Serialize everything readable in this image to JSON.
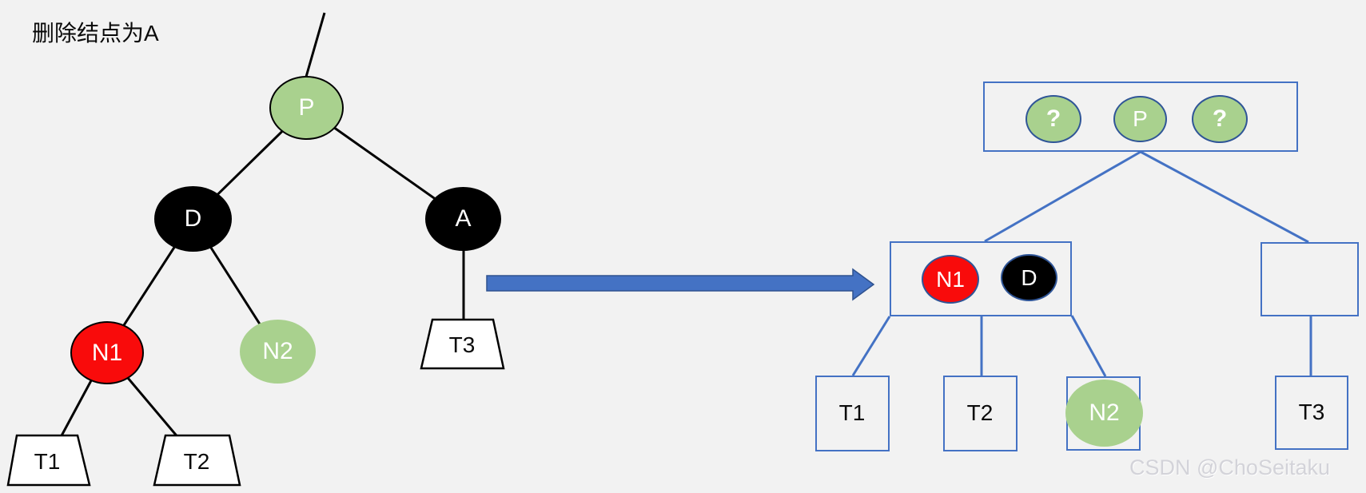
{
  "title": "删除结点为A",
  "watermark": "CSDN @ChoSeitaku",
  "colors": {
    "background": "#F2F2F2",
    "node_green": "#A9D18E",
    "node_red": "#F90B0B",
    "node_black": "#000000",
    "connector_blue": "#4472C4",
    "circle_border_blue": "#2F5597",
    "arrow_fill": "#4472C4",
    "arrow_border": "#2F528F",
    "tree_line_black": "#000000",
    "shape_fill_white": "#FFFFFF"
  },
  "left_tree": {
    "parent": "P",
    "sibling": "D",
    "deleted": "A",
    "nephew1": "N1",
    "nephew2": "N2",
    "subtree1": "T1",
    "subtree2": "T2",
    "subtree3": "T3"
  },
  "right_structure": {
    "unknown_left": "?",
    "parent": "P",
    "unknown_right": "?",
    "nephew1": "N1",
    "sibling": "D",
    "subtree1": "T1",
    "subtree2": "T2",
    "nephew2": "N2",
    "subtree3": "T3"
  }
}
